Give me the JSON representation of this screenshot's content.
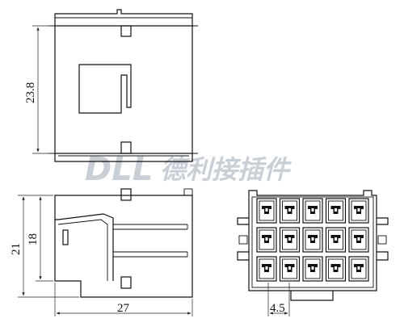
{
  "dimensions": {
    "top_height": "23.8",
    "side_outer_height": "21",
    "side_inner_height": "18",
    "side_width": "27",
    "pitch": "4.5"
  },
  "watermark": {
    "brand": "DLL",
    "chinese": "德利接插件"
  },
  "front_view": {
    "rows": 3,
    "cols": 5
  }
}
